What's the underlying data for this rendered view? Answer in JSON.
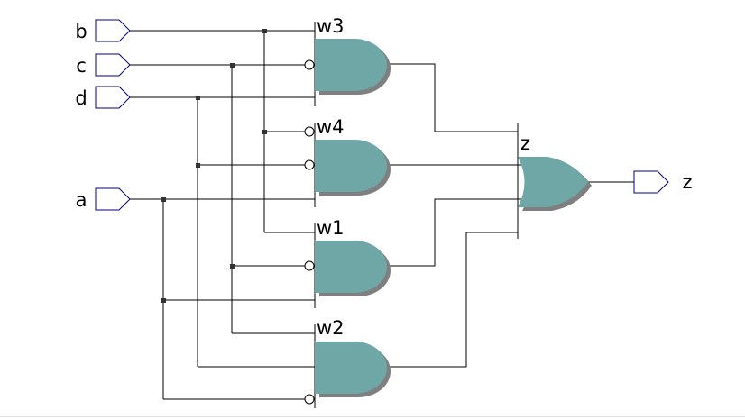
{
  "colors": {
    "gate_fill": "#6fa7a7",
    "gate_shadow": "#7f7f7f",
    "port_stroke": "#000080",
    "wire": "#000000"
  },
  "inputs": [
    {
      "id": "b",
      "label": "b"
    },
    {
      "id": "c",
      "label": "c"
    },
    {
      "id": "d",
      "label": "d"
    },
    {
      "id": "a",
      "label": "a"
    }
  ],
  "output": {
    "id": "z",
    "label": "z"
  },
  "gates": [
    {
      "id": "w3",
      "label": "w3",
      "type": "and"
    },
    {
      "id": "w4",
      "label": "w4",
      "type": "and"
    },
    {
      "id": "w1",
      "label": "w1",
      "type": "and"
    },
    {
      "id": "w2",
      "label": "w2",
      "type": "and"
    },
    {
      "id": "z",
      "label": "z",
      "type": "or"
    }
  ]
}
